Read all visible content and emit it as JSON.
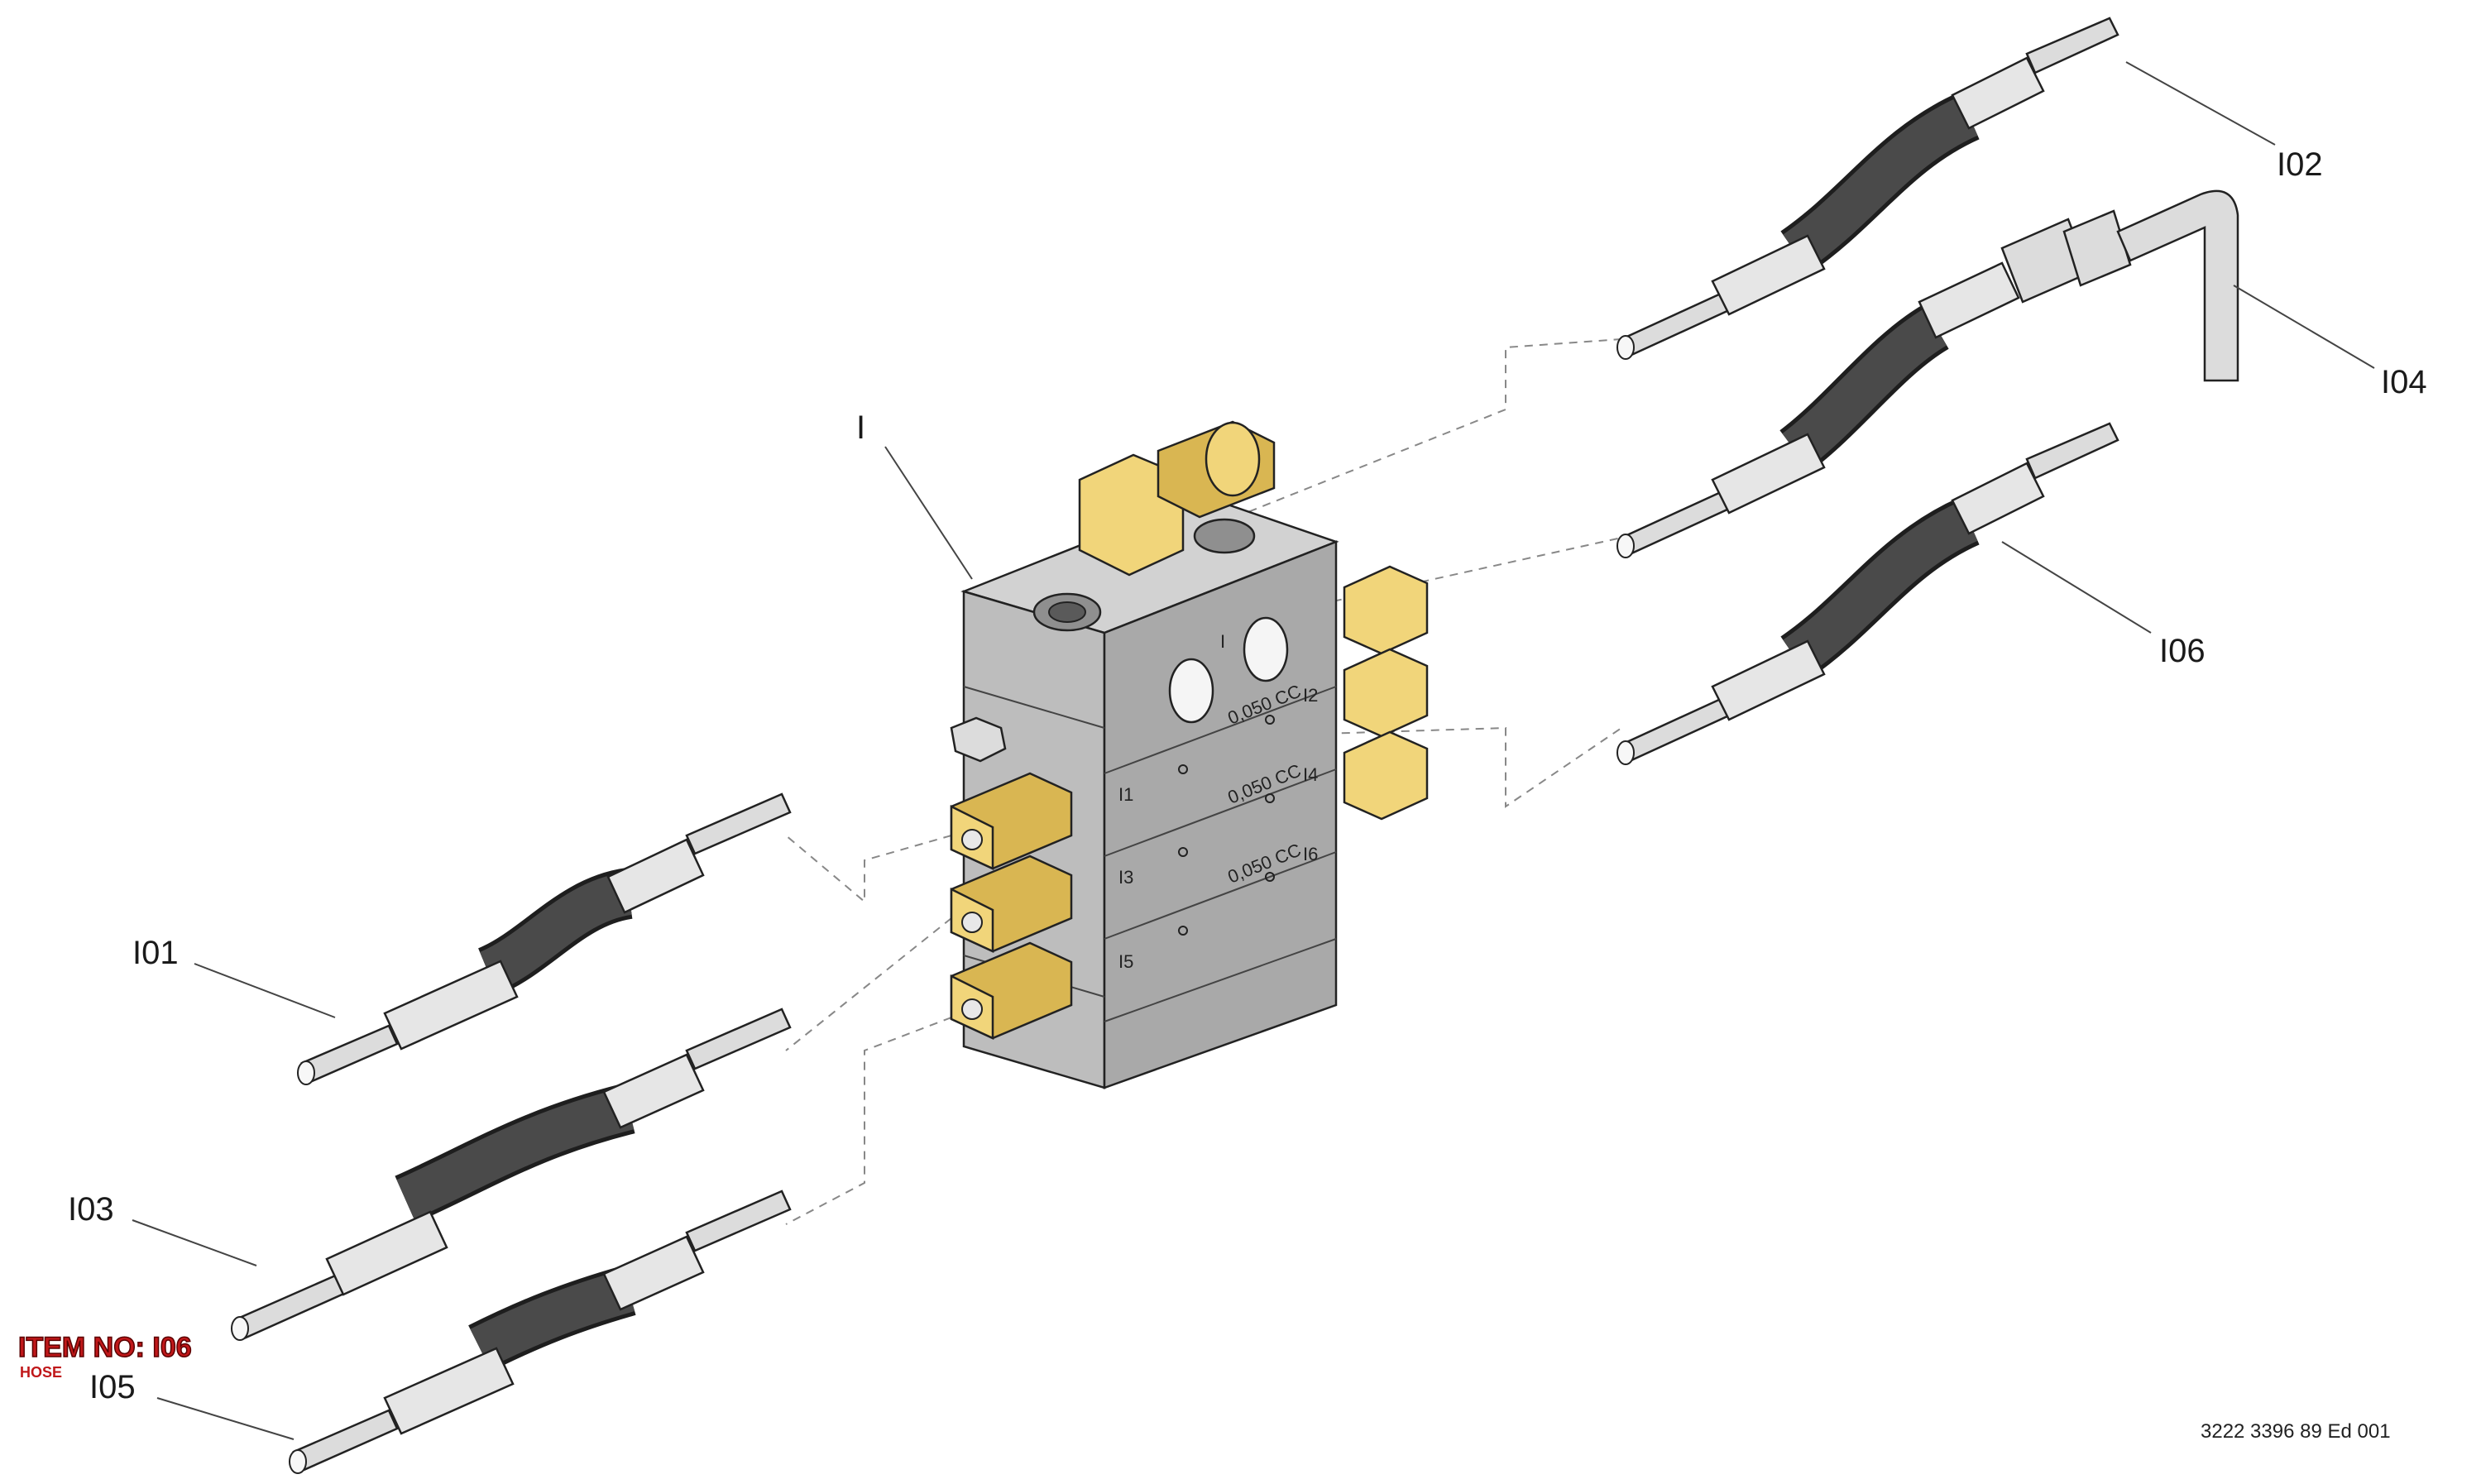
{
  "callouts": {
    "c_I": "I",
    "c_I01": "I01",
    "c_I02": "I02",
    "c_I03": "I03",
    "c_I04": "I04",
    "c_I05": "I05",
    "c_I06": "I06"
  },
  "block_marks": {
    "top_mark": "I",
    "port_I1": "I1",
    "port_I2": "I2",
    "port_I3": "I3",
    "port_I4": "I4",
    "port_I5": "I5",
    "port_I6": "I6",
    "vol_1": "0,050 CC",
    "vol_2": "0,050 CC",
    "vol_3": "0,050 CC"
  },
  "item_badge": {
    "title": "ITEM NO: I06",
    "subtitle": "HOSE",
    "color": "#c0181a"
  },
  "doc_number": "3222 3396 89 Ed 001",
  "colors": {
    "brass": "#f1d57a",
    "block": "#bdbdbd",
    "hose": "#2a2a2a"
  }
}
